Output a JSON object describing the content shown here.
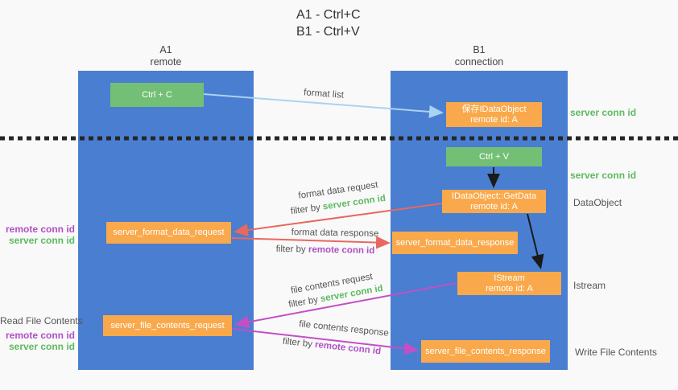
{
  "title": {
    "line1": "A1 - Ctrl+C",
    "line2": "B1 - Ctrl+V"
  },
  "columns": {
    "a1": {
      "name": "A1",
      "subtitle": "remote"
    },
    "b1": {
      "name": "B1",
      "subtitle": "connection"
    }
  },
  "nodes": {
    "ctrl_c": {
      "label": "Ctrl + C"
    },
    "save_dataobject": {
      "line1": "保存IDataObject",
      "line2": "remote id: A"
    },
    "ctrl_v": {
      "label": "Ctrl + V"
    },
    "getdata": {
      "line1": "IDataObject::GetData",
      "line2": "remote id: A"
    },
    "format_request": {
      "label": "server_format_data_request"
    },
    "format_response": {
      "label": "server_format_data_response"
    },
    "istream": {
      "line1": "IStream",
      "line2": "remote id: A"
    },
    "file_request": {
      "label": "server_file_contents_request"
    },
    "file_response": {
      "label": "server_file_contents_response"
    }
  },
  "arrow_labels": {
    "format_list": "format list",
    "format_data_request": "format data request",
    "format_data_response": "format data response",
    "file_contents_request": "file contents request",
    "file_contents_response": "file contents response",
    "filter_by": "filter by ",
    "server_conn_id": "server conn id",
    "remote_conn_id": "remote conn id"
  },
  "annotations": {
    "right": {
      "server_conn_id_top": "server conn id",
      "server_conn_id_mid": "server conn id",
      "dataobject": "DataObject",
      "istream": "Istream",
      "write_file_contents": "Write File Contents"
    },
    "left": {
      "remote_conn_id_top": "remote conn id",
      "server_conn_id_top": "server conn id",
      "read_file_contents": "Read File Contents",
      "remote_conn_id_bottom": "remote conn id",
      "server_conn_id_bottom": "server conn id"
    }
  },
  "colors": {
    "lifeline_blue": "#4a7ed1",
    "node_green": "#74bf76",
    "node_orange": "#f9a94b",
    "arrow_light_blue": "#a9d3f2",
    "arrow_red": "#e8685f",
    "arrow_magenta": "#c34fc6",
    "arrow_black": "#1a1a1a",
    "text_green": "#5eb95f",
    "text_purple": "#b050c4",
    "dotted_line": "#262626"
  }
}
